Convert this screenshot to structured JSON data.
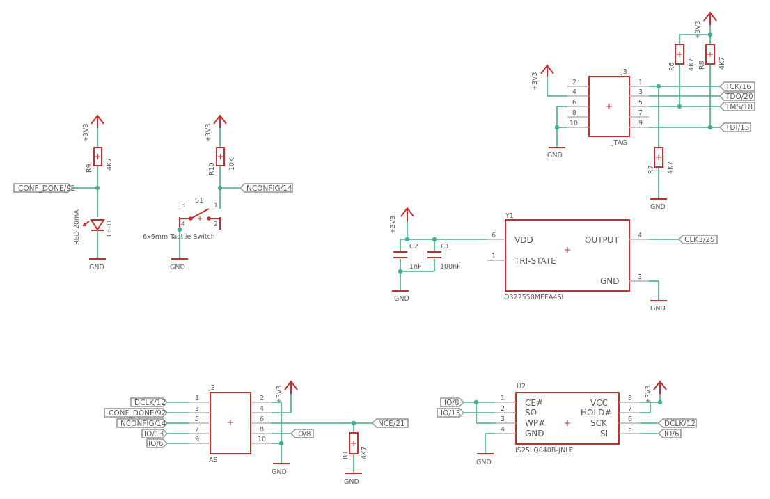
{
  "power": {
    "v3": "+3V3",
    "gnd": "GND"
  },
  "r9": {
    "ref": "R9",
    "value": "4K7"
  },
  "r10": {
    "ref": "R10",
    "value": "10K"
  },
  "r6": {
    "ref": "R6",
    "value": "4K7"
  },
  "r8": {
    "ref": "R8",
    "value": "4K7"
  },
  "r7": {
    "ref": "R7",
    "value": "4K7"
  },
  "r1": {
    "ref": "R1",
    "value": "4K7"
  },
  "led1": {
    "ref": "LED1",
    "value": "RED 20mA"
  },
  "s1": {
    "ref": "S1",
    "value": "6x6mm Tactile Switch",
    "pins": [
      "3",
      "1",
      "4",
      "2"
    ]
  },
  "c1": {
    "ref": "C1",
    "value": "100nF"
  },
  "c2": {
    "ref": "C2",
    "value": "1nF"
  },
  "y1": {
    "ref": "Y1",
    "part": "O322550MEEA4SI",
    "pins": [
      {
        "num": "6",
        "name": "VDD"
      },
      {
        "num": "1",
        "name": "TRI-STATE"
      },
      {
        "num": "4",
        "name": "OUTPUT"
      },
      {
        "num": "3",
        "name": "GND"
      }
    ]
  },
  "j3": {
    "ref": "J3",
    "value": "JTAG",
    "left_pins": [
      "2",
      "4",
      "6",
      "8",
      "10"
    ],
    "right_pins": [
      "1",
      "3",
      "5",
      "7",
      "9"
    ]
  },
  "j2": {
    "ref": "J2",
    "value": "AS",
    "left_pins": [
      "1",
      "3",
      "5",
      "7",
      "9"
    ],
    "right_pins": [
      "2",
      "4",
      "6",
      "8",
      "10"
    ]
  },
  "u2": {
    "ref": "U2",
    "part": "IS25LQ040B-JNLE",
    "left": [
      {
        "num": "1",
        "name": "CE#"
      },
      {
        "num": "2",
        "name": "SO"
      },
      {
        "num": "3",
        "name": "WP#"
      },
      {
        "num": "4",
        "name": "GND"
      }
    ],
    "right": [
      {
        "num": "8",
        "name": "VCC"
      },
      {
        "num": "7",
        "name": "HOLD#"
      },
      {
        "num": "6",
        "name": "SCK"
      },
      {
        "num": "5",
        "name": "SI"
      }
    ]
  },
  "nets": {
    "conf_done": "CONF_DONE/92",
    "nconfig": "NCONFIG/14",
    "tck": "TCK/16",
    "tdo": "TDO/20",
    "tms": "TMS/18",
    "tdi": "TDI/15",
    "clk3": "CLK3/25",
    "dclk": "DCLK/12",
    "io13": "IO/13",
    "io6": "IO/6",
    "io8": "IO/8",
    "nce": "NCE/21"
  }
}
